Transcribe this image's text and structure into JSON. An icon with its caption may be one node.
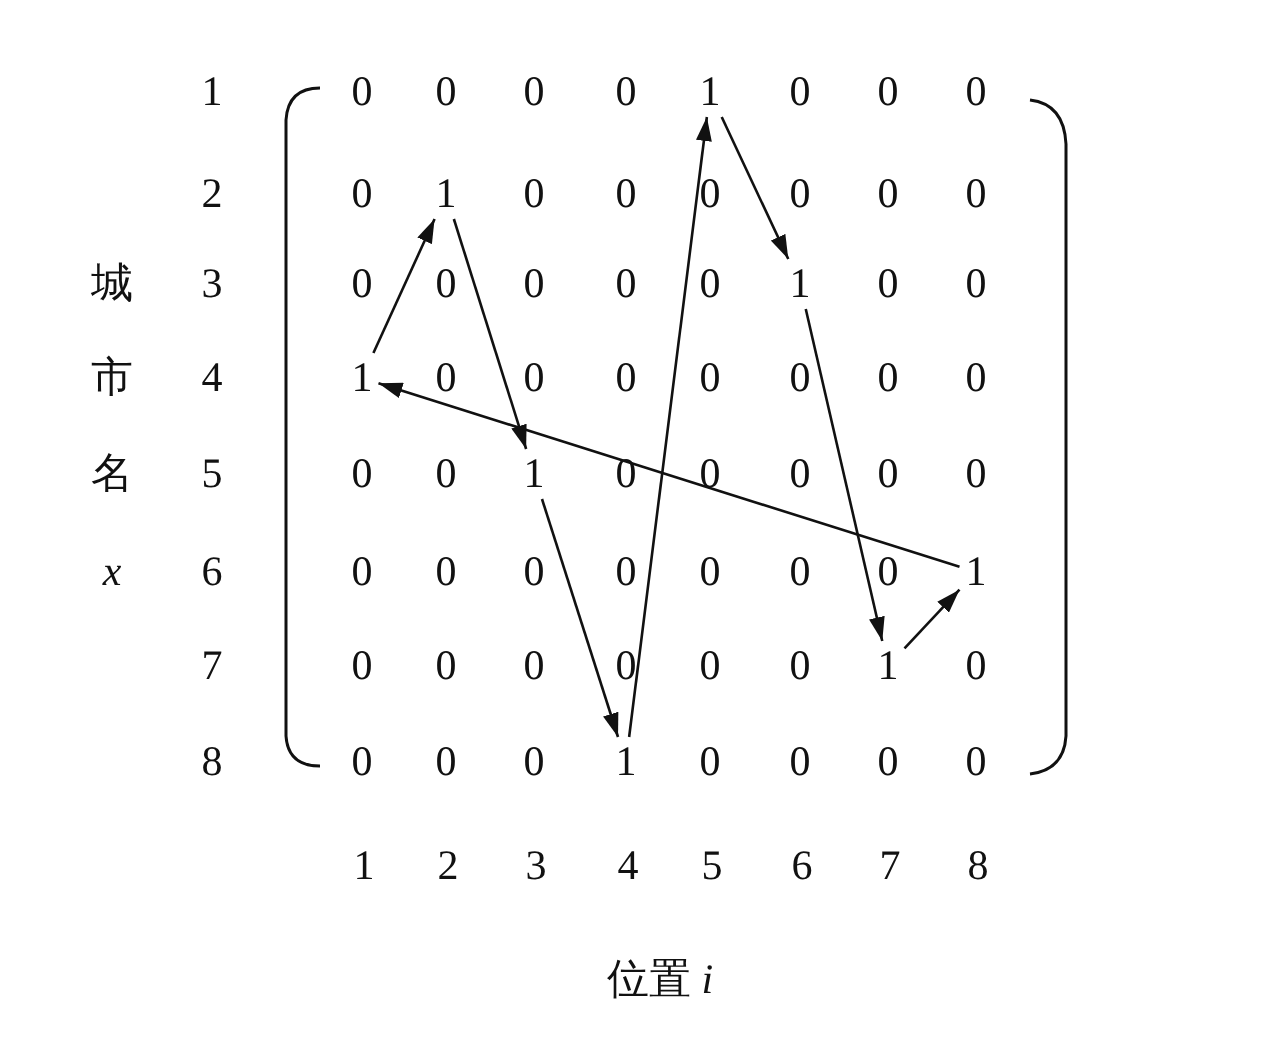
{
  "diagram": {
    "nodes": [
      {
        "text": [
          "1"
        ]
      },
      {
        "text": [
          "1"
        ]
      },
      {
        "text": [
          "1"
        ]
      },
      {
        "text": [
          "1"
        ]
      },
      {
        "text": [
          "1"
        ]
      },
      {
        "text": [
          "1"
        ]
      },
      {
        "text": [
          "1"
        ]
      },
      {
        "text": [
          "1"
        ]
      }
    ],
    "edges": [
      {
        "from": 3,
        "to": 1,
        "arrow": "to"
      },
      {
        "from": 1,
        "to": 4,
        "arrow": "to"
      },
      {
        "from": 4,
        "to": 7,
        "arrow": "to"
      },
      {
        "from": 7,
        "to": 0,
        "arrow": "to"
      },
      {
        "from": 0,
        "to": 2,
        "arrow": "to"
      },
      {
        "from": 2,
        "to": 6,
        "arrow": "to"
      },
      {
        "from": 6,
        "to": 5,
        "arrow": "to"
      },
      {
        "from": 5,
        "to": 3,
        "arrow": "to"
      }
    ],
    "labels": [
      "1",
      "0",
      "0",
      "0",
      "0",
      "0",
      "0",
      "0",
      "2",
      "0",
      "0",
      "0",
      "0",
      "0",
      "0",
      "0",
      "城",
      "3",
      "0",
      "0",
      "0",
      "0",
      "0",
      "0",
      "0",
      "市",
      "4",
      "0",
      "0",
      "0",
      "0",
      "0",
      "0",
      "0",
      "名",
      "5",
      "0",
      "0",
      "0",
      "0",
      "0",
      "0",
      "0",
      "x",
      "6",
      "0",
      "0",
      "0",
      "0",
      "0",
      "0",
      "0",
      "7",
      "0",
      "0",
      "0",
      "0",
      "0",
      "0",
      "0",
      "8",
      "0",
      "0",
      "0",
      "0",
      "0",
      "0",
      "0",
      "1",
      "2",
      "3",
      "4",
      "5",
      "6",
      "7",
      "8",
      "位置 *i*"
    ]
  }
}
